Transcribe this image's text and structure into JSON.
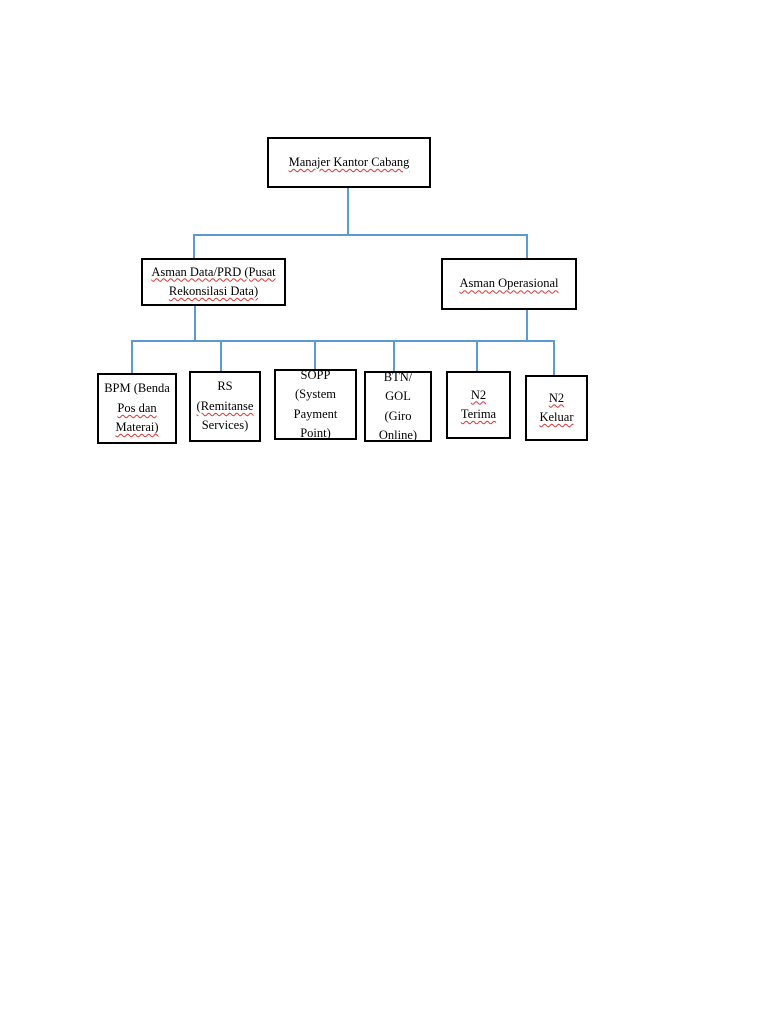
{
  "org_chart": {
    "root": {
      "label": "Manajer Kantor Cabang"
    },
    "level2": [
      {
        "label_line1": "Asman Data/PRD (Pusat",
        "label_line2": "Rekonsilasi  Data)"
      },
      {
        "label": "Asman Operasional"
      }
    ],
    "level3": [
      {
        "lines": [
          "BPM (Benda",
          "Pos dan",
          "Materai)"
        ]
      },
      {
        "lines": [
          "RS",
          "(Remitanse",
          "Services)"
        ]
      },
      {
        "lines": [
          "SOPP (System",
          "Payment",
          "Point)"
        ]
      },
      {
        "lines": [
          "BTN/ GOL",
          "(Giro",
          "Online)"
        ]
      },
      {
        "lines": [
          "N2 Terima"
        ]
      },
      {
        "lines": [
          "N2 Keluar"
        ]
      }
    ]
  },
  "colors": {
    "connector": "#5b9bd5",
    "box_border": "#000000",
    "spellcheck": "#d33333"
  }
}
